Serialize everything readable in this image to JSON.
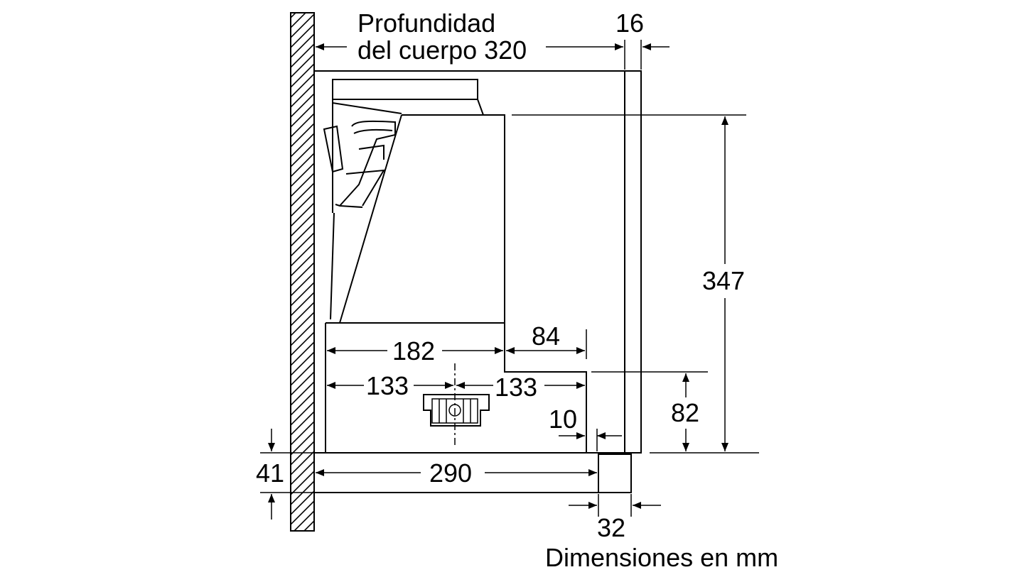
{
  "diagram": {
    "depth_label_line1": "Profundidad",
    "depth_label_line2": "del cuerpo 320",
    "dim_16": "16",
    "dim_347": "347",
    "dim_182": "182",
    "dim_84": "84",
    "dim_133_left": "133",
    "dim_133_right": "133",
    "dim_82": "82",
    "dim_10": "10",
    "dim_41": "41",
    "dim_290": "290",
    "dim_32": "32",
    "units_caption": "Dimensiones en mm"
  }
}
